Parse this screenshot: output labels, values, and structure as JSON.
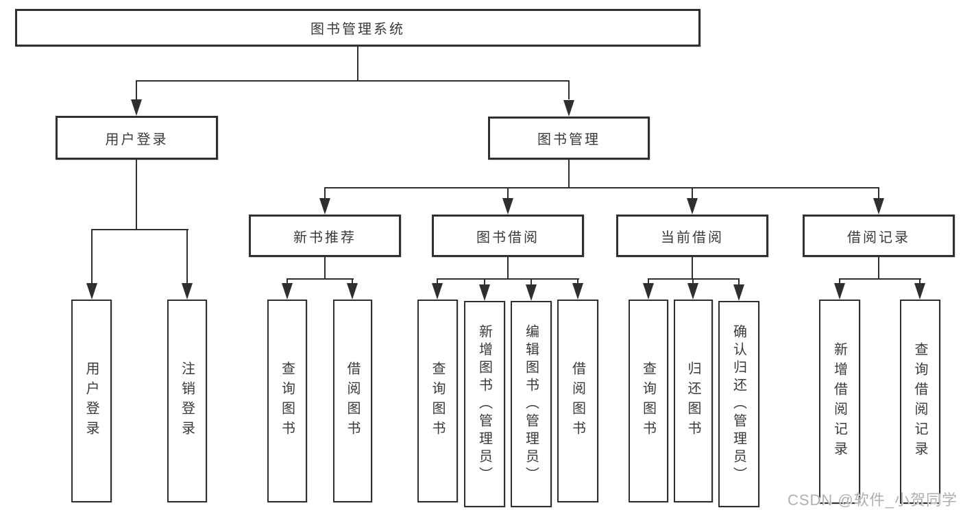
{
  "nodes": {
    "root": "图书管理系统",
    "user_login": "用户登录",
    "book_management": "图书管理",
    "new_book_recommend": "新书推荐",
    "book_borrow": "图书借阅",
    "current_borrow": "当前借阅",
    "borrow_record": "借阅记录",
    "leaf_user_login": "用户登录",
    "leaf_logout": "注销登录",
    "leaf_query_books_a": "查询图书",
    "leaf_borrow_books_a": "借阅图书",
    "leaf_query_books_b": "查询图书",
    "leaf_add_books_admin": "新增图书（管理员）",
    "leaf_edit_books_admin": "编辑图书（管理员）",
    "leaf_borrow_books_b": "借阅图书",
    "leaf_query_books_c": "查询图书",
    "leaf_return_books": "归还图书",
    "leaf_confirm_return_admin": "确认归还（管理员）",
    "leaf_add_borrow_record": "新增借阅记录",
    "leaf_query_borrow_record": "查询借阅记录"
  },
  "watermark": {
    "text": "CSDN @软件_小贺同学"
  },
  "colors": {
    "line": "#2f2f2f",
    "box_border": "#2f2f2f",
    "text": "#3a3a3a",
    "background": "#ffffff",
    "watermark": "#b0b0b0"
  }
}
